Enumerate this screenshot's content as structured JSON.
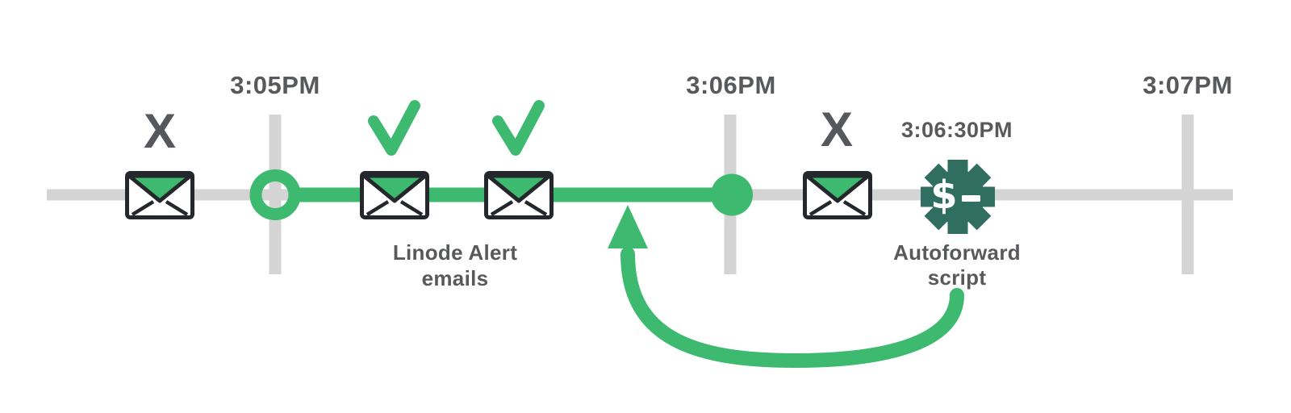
{
  "diagram": {
    "ticks": [
      {
        "label": "3:05PM"
      },
      {
        "label": "3:06PM"
      },
      {
        "label": "3:07PM"
      }
    ],
    "blocked_before": {
      "symbol": "X"
    },
    "blocked_after": {
      "symbol": "X"
    },
    "alert_emails": {
      "line1": "Linode Alert",
      "line2": "emails"
    },
    "autoforward": {
      "time": "3:06:30PM",
      "line1": "Autoforward",
      "line2": "script",
      "gear_symbol": "$"
    }
  },
  "colors": {
    "green": "#3dba70",
    "track_gray": "#d4d4d4",
    "label_gray": "#58595b",
    "x_gray": "#55585c",
    "icon_outline": "#24272b",
    "gear_gradient_start": "#2f6e60",
    "gear_gradient_end": "#142e3c",
    "background": "#ffffff"
  }
}
